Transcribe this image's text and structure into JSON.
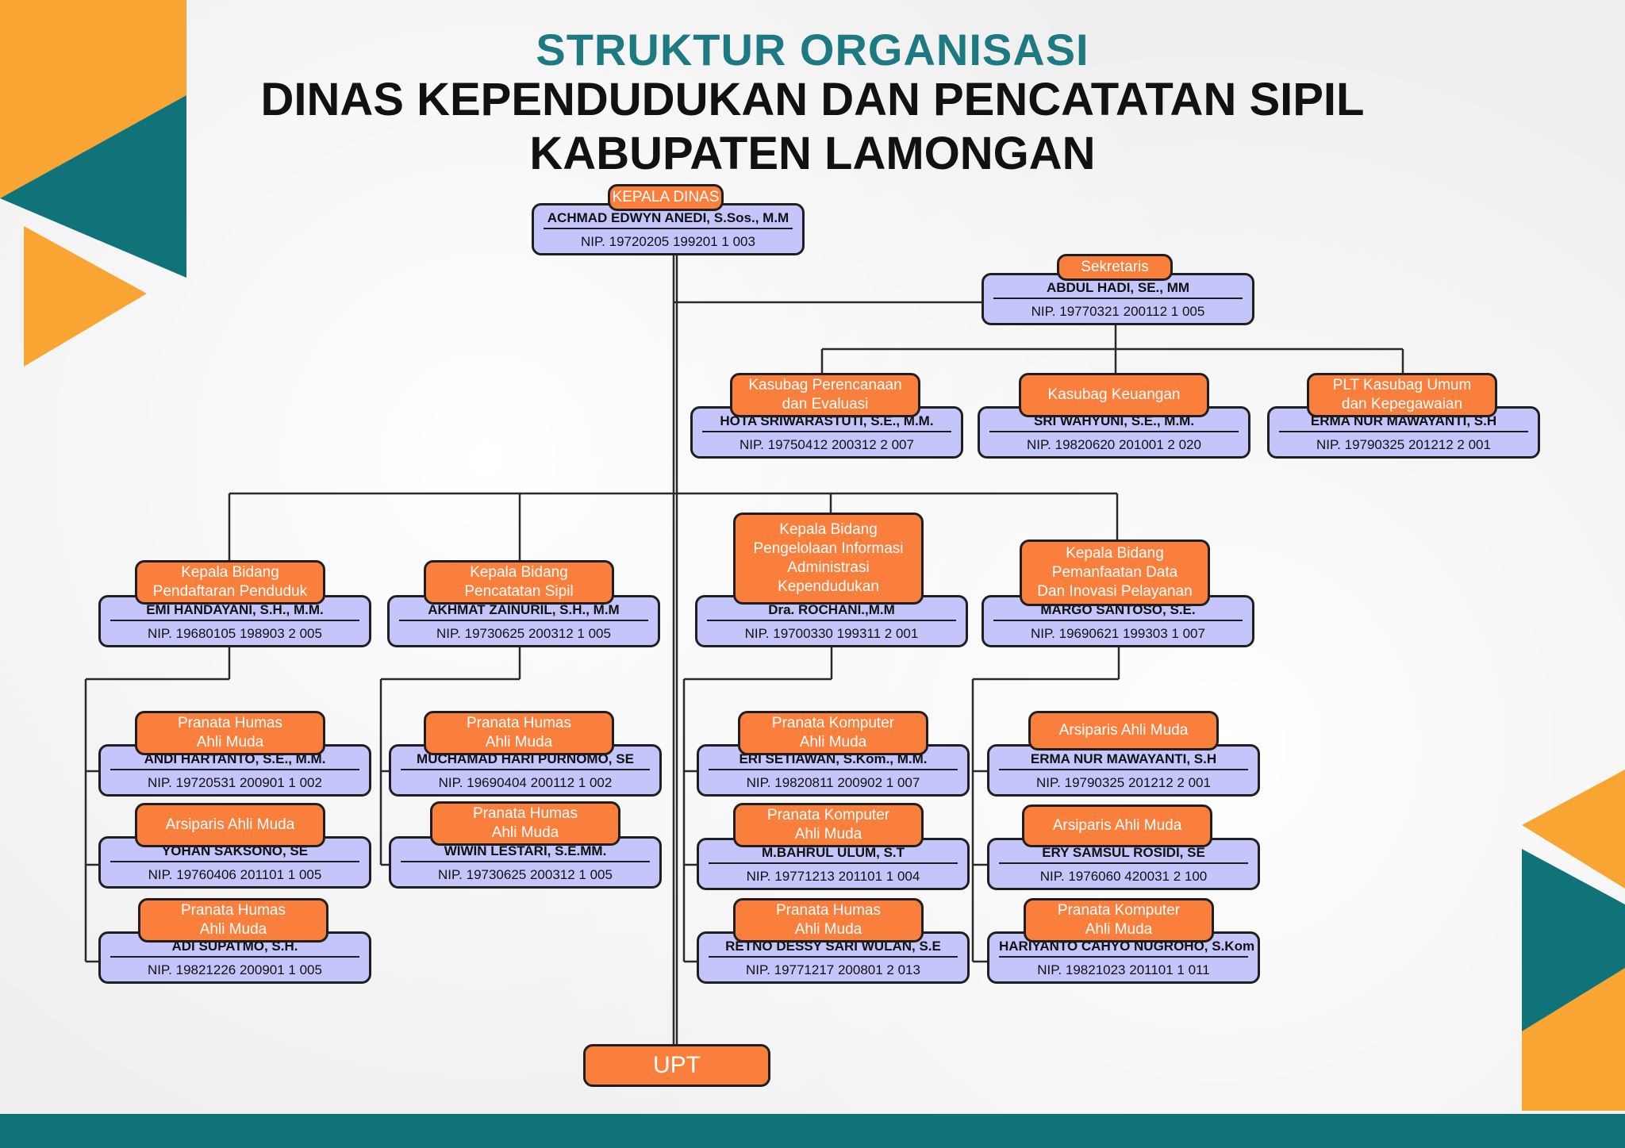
{
  "title": {
    "line1": "STRUKTUR ORGANISASI",
    "line2": "DINAS KEPENDUDUKAN DAN PENCATATAN SIPIL",
    "line3": "KABUPATEN LAMONGAN"
  },
  "colors": {
    "teal": "#11737a",
    "orange": "#fa7f3c",
    "box": "#c3c5fb",
    "accent": "#f9a533"
  },
  "nodes": {
    "kadis": {
      "role": "KEPALA DINAS",
      "name": "ACHMAD EDWYN ANEDI, S.Sos., M.M",
      "nip": "NIP. 19720205 199201 1 003"
    },
    "sekre": {
      "role": "Sekretaris",
      "name": "ABDUL HADI, SE., MM",
      "nip": "NIP. 19770321 200112 1 005"
    },
    "renev": {
      "role": "Kasubag Perencanaan\ndan Evaluasi",
      "name": "HOTA SRIWARASTUTI, S.E., M.M.",
      "nip": "NIP. 19750412 200312 2 007"
    },
    "keu": {
      "role": "Kasubag Keuangan",
      "name": "SRI WAHYUNI, S.E., M.M.",
      "nip": "NIP. 19820620 201001 2 020"
    },
    "umum": {
      "role": "PLT Kasubag Umum\ndan Kepegawaian",
      "name": "ERMA NUR MAWAYANTI, S.H",
      "nip": "NIP. 19790325 201212 2 001"
    },
    "bid1": {
      "role": "Kepala Bidang\nPendaftaran Penduduk",
      "name": "EMI HANDAYANI, S.H., M.M.",
      "nip": "NIP. 19680105 198903 2 005"
    },
    "bid2": {
      "role": "Kepala Bidang\nPencatatan Sipil",
      "name": "AKHMAT ZAINURIL, S.H., M.M",
      "nip": "NIP. 19730625 200312 1 005"
    },
    "bid3": {
      "role": "Kepala Bidang\nPengelolaan Informasi\nAdministrasi\nKependudukan",
      "name": "Dra. ROCHANI.,M.M",
      "nip": "NIP. 19700330 199311 2 001"
    },
    "bid4": {
      "role": "Kepala Bidang\nPemanfaatan Data\nDan Inovasi Pelayanan",
      "name": "MARGO SANTOSO, S.E.",
      "nip": "NIP. 19690621 199303 1 007"
    },
    "s1a": {
      "role": "Pranata Humas\nAhli Muda",
      "name": "ANDI HARTANTO, S.E., M.M.",
      "nip": "NIP. 19720531 200901 1 002"
    },
    "s1b": {
      "role": "Arsiparis Ahli Muda",
      "name": "YOHAN SAKSONO, SE",
      "nip": "NIP. 19760406 201101 1 005"
    },
    "s1c": {
      "role": "Pranata Humas\nAhli Muda",
      "name": "ADI SUPATMO, S.H.",
      "nip": "NIP. 19821226 200901 1 005"
    },
    "s2a": {
      "role": "Pranata Humas\nAhli Muda",
      "name": "MUCHAMAD HARI PURNOMO, SE",
      "nip": "NIP. 19690404 200112 1 002"
    },
    "s2b": {
      "role": "Pranata Humas\nAhli Muda",
      "name": "WIWIN LESTARI, S.E.MM.",
      "nip": "NIP. 19730625 200312 1 005"
    },
    "s3a": {
      "role": "Pranata Komputer\nAhli Muda",
      "name": "ERI SETIAWAN, S.Kom., M.M.",
      "nip": "NIP. 19820811 200902 1 007"
    },
    "s3b": {
      "role": "Pranata Komputer\nAhli Muda",
      "name": "M.BAHRUL ULUM, S.T",
      "nip": "NIP. 19771213 201101 1 004"
    },
    "s3c": {
      "role": "Pranata Humas\nAhli Muda",
      "name": "RETNO DESSY SARI WULAN, S.E",
      "nip": "NIP. 19771217 200801 2 013"
    },
    "s4a": {
      "role": "Arsiparis Ahli Muda",
      "name": "ERMA NUR MAWAYANTI, S.H",
      "nip": "NIP. 19790325 201212 2 001"
    },
    "s4b": {
      "role": "Arsiparis Ahli Muda",
      "name": "ERY SAMSUL ROSIDI, SE",
      "nip": "NIP. 1976060 420031 2 100"
    },
    "s4c": {
      "role": "Pranata Komputer\nAhli Muda",
      "name": "HARIYANTO CAHYO NUGROHO, S.Kom",
      "nip": "NIP. 19821023 201101 1 011"
    }
  },
  "upt": "UPT"
}
